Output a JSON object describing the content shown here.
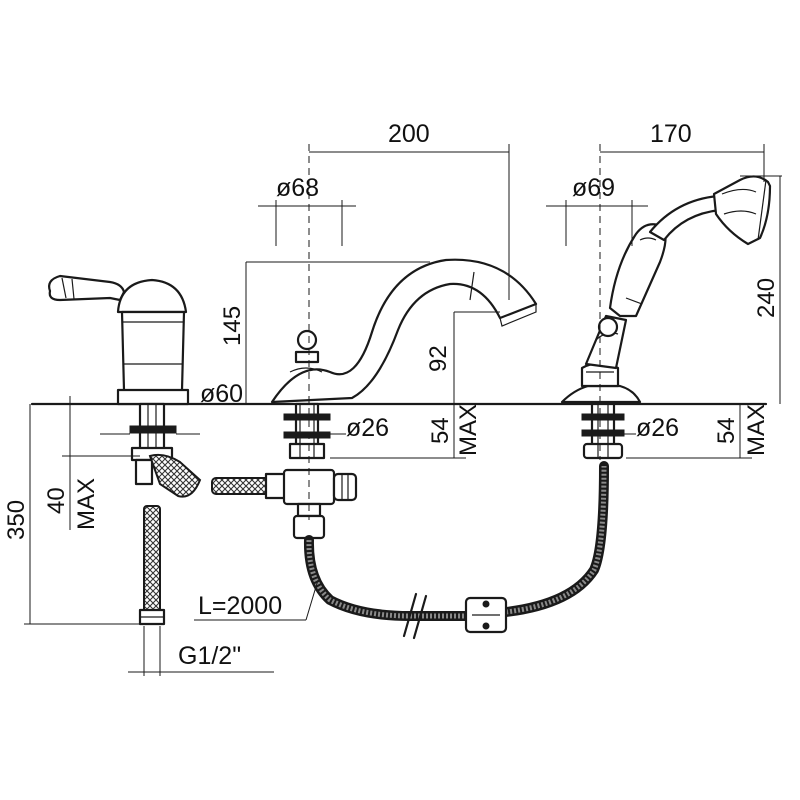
{
  "dimensions": {
    "spout_centers": "200",
    "shower_offset": "170",
    "spout_base_dia": "ø68",
    "shower_base_dia": "ø69",
    "spout_height": "145",
    "spout_outlet_height": "92",
    "shower_height": "240",
    "lever_base_dia": "ø60",
    "spout_shank_dia": "ø26",
    "shower_shank_dia": "ø26",
    "spout_deck_max": "54",
    "spout_deck_max_tag": "MAX",
    "shower_deck_max": "54",
    "shower_deck_max_tag": "MAX",
    "lever_deck_max": "40",
    "lever_deck_max_tag": "MAX",
    "below_deck_depth": "350",
    "hose_length": "L=2000",
    "thread_size": "G1/2\""
  }
}
